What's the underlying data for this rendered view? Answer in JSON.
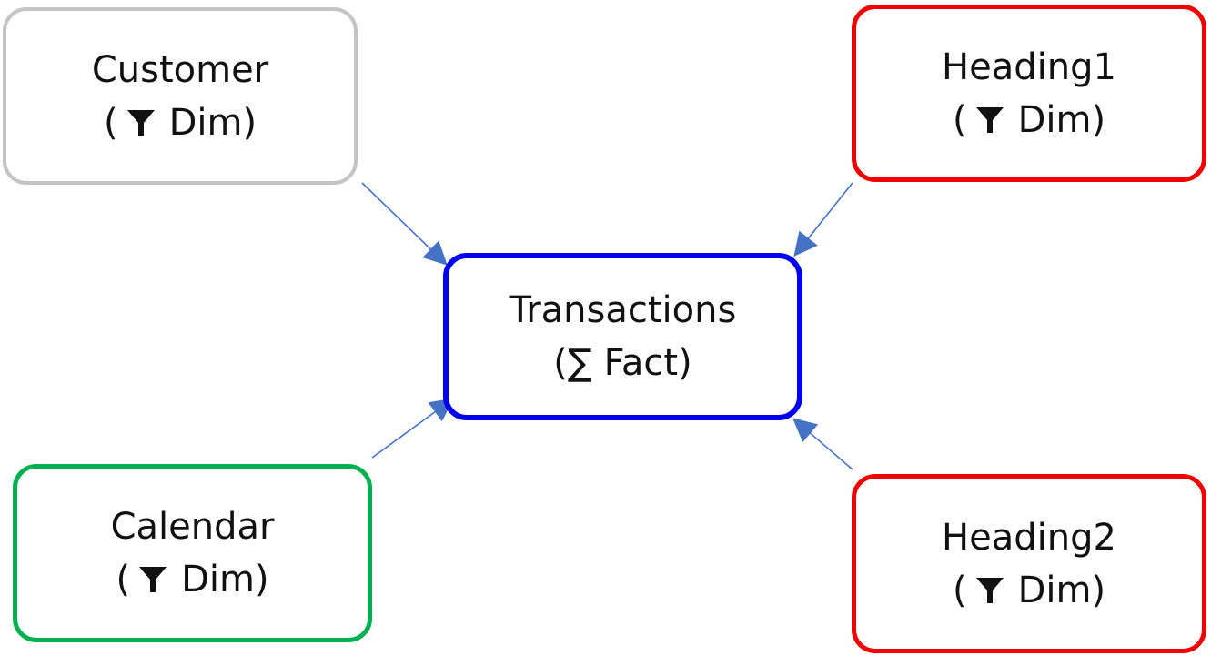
{
  "colors": {
    "arrow": "#4472c4",
    "customer_border": "#c4c4c4",
    "heading_border": "#f00000",
    "fact_border": "#0000ee",
    "calendar_border": "#00b050"
  },
  "nodes": {
    "customer": {
      "name": "Customer",
      "open": "(",
      "role": "Dim)",
      "icon": "funnel-icon"
    },
    "heading1": {
      "name": "Heading1",
      "open": "(",
      "role": "Dim)",
      "icon": "funnel-icon"
    },
    "transactions": {
      "name": "Transactions",
      "role": "(∑ Fact)"
    },
    "calendar": {
      "name": "Calendar",
      "open": "(",
      "role": "Dim)",
      "icon": "funnel-icon"
    },
    "heading2": {
      "name": "Heading2",
      "open": "(",
      "role": "Dim)",
      "icon": "funnel-icon"
    }
  },
  "edges": [
    {
      "from": "customer",
      "to": "transactions"
    },
    {
      "from": "heading1",
      "to": "transactions"
    },
    {
      "from": "calendar",
      "to": "transactions"
    },
    {
      "from": "heading2",
      "to": "transactions"
    }
  ]
}
